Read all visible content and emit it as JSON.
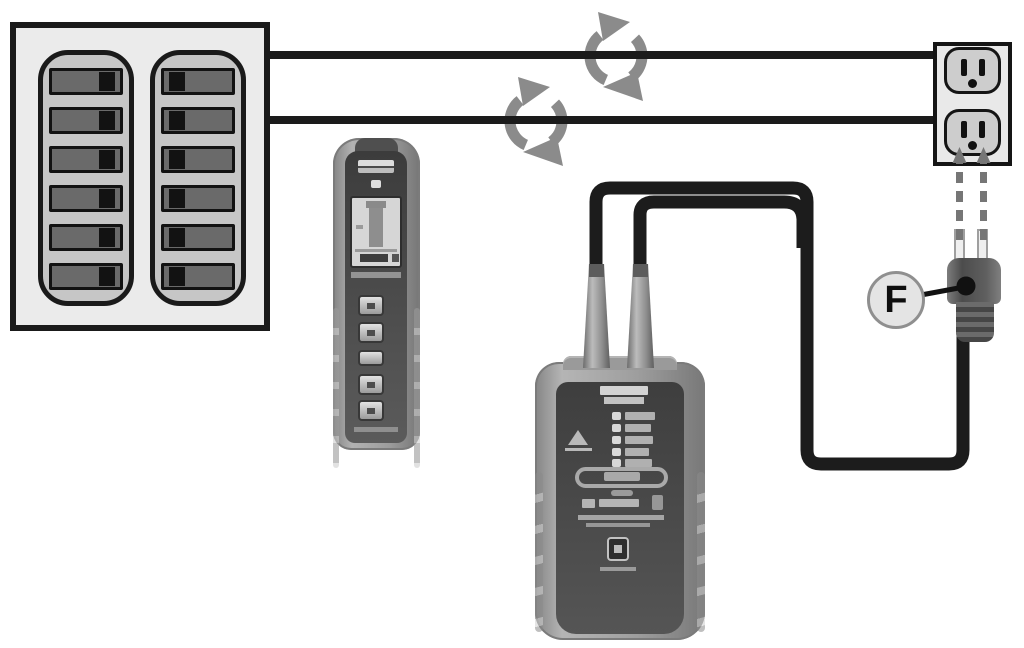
{
  "figure": {
    "type": "wiring-illustration",
    "callout": {
      "label": "F"
    },
    "components": {
      "breaker_panel": "circuit-breaker-panel",
      "receiver": "handheld-receiver",
      "transmitter": "transmitter-with-test-leads",
      "outlet": "duplex-receptacle",
      "plug": "two-prong-plug",
      "signal_symbols": "circulating-signal-arrows",
      "insertion_arrows": "dashed-plug-insertion-arrows"
    },
    "counts": {
      "breaker_columns": 2,
      "breakers": 12,
      "receiver_buttons": 5,
      "transmitter_leds": 5,
      "outlet_faces": 2,
      "signal_symbols": 2,
      "insertion_arrows": 2
    },
    "colors": {
      "background": "#ffffff",
      "line_black": "#1c1c1c",
      "signal_gray": "#8b8b8b",
      "arrow_gray": "#767676",
      "panel_fill": "#ebebeb",
      "breaker_fill": "#6a6a6a",
      "device_body_gray": "#9c9c9c",
      "device_panel_dark": "#4a4a4a",
      "outlet_plate": "#e9e9e9",
      "outlet_face": "#cdcdcd",
      "plug_body": "#575757",
      "callout_fill": "#e4e4e4"
    }
  }
}
